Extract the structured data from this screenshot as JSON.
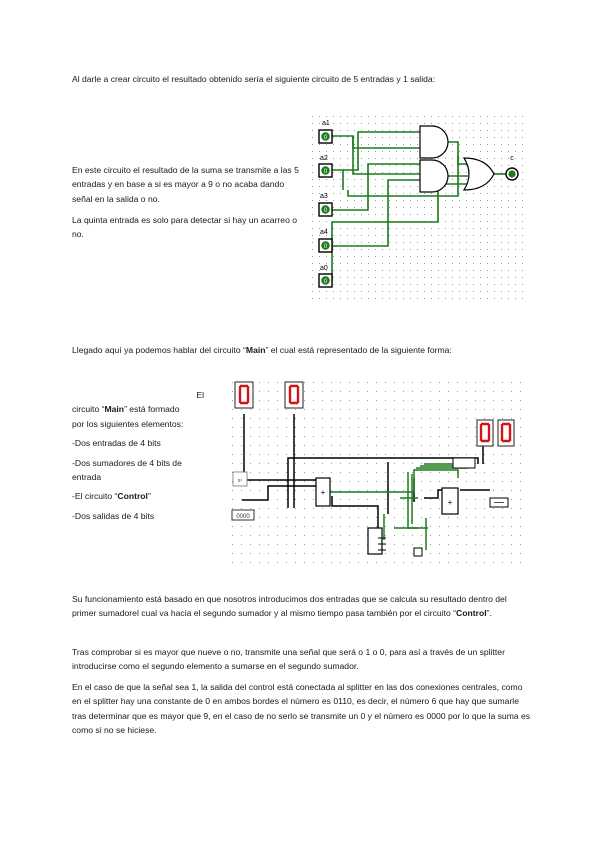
{
  "intro": "Al darle a crear circuito el resultado obtenido sería el siguiente circuito de 5 entradas y 1 salida:",
  "left_text": {
    "p1": "En este circuito el resultado de la suma se transmite a las 5 entradas y en base a si es mayor a 9 o no acaba dando señal en la salida o no.",
    "p2": "La quinta entrada es solo para detectar si hay un acarreo o no."
  },
  "circuit1": {
    "inputs": [
      {
        "label": "a1",
        "value": "0"
      },
      {
        "label": "a2",
        "value": "0"
      },
      {
        "label": "a3",
        "value": "0"
      },
      {
        "label": "a4",
        "value": "0"
      },
      {
        "label": "a0",
        "value": "0"
      }
    ],
    "output": {
      "label": "c",
      "value": "0"
    },
    "wire_color": "#1c7a1c"
  },
  "main_intro": {
    "pre": "Llegado aquí ya podemos hablar del circuito “",
    "bold": "Main",
    "post": "” el cual está representado de la siguiente forma:"
  },
  "main_desc": {
    "el": "El",
    "circuito_pre": "circuito “",
    "main_bold": "Main",
    "circuito_post": "” está formado",
    "line2": "por los siguientes elementos:",
    "items": [
      "-Dos entradas de 4 bits",
      "-Dos sumadores de 4 bits de entrada"
    ],
    "control_pre": "-El circuito “",
    "control_bold": "Control",
    "control_post": "”",
    "last_item": "-Dos salidas de 4 bits"
  },
  "circuit2": {
    "displays_left": [
      "0",
      "0"
    ],
    "displays_right": [
      "0",
      "0"
    ],
    "segment_color": "#d41414"
  },
  "body": {
    "p1_pre": "Su funcionamiento está basado en que nosotros introducimos dos entradas que se calcula su resultado dentro del primer sumadorel cual va hacia el segundo sumador y al mismo tiempo pasa también por el circuito “",
    "p1_bold": "Control",
    "p1_post": "”.",
    "p2": "Tras comprobar si es mayor que nueve o no, transmite una señal que será o 1 o 0, para así a través de un splitter introducirse como el segundo elemento a sumarse en el segundo sumador.",
    "p3": "En el caso de que la señal sea 1, la salida del control está conectada al splitter en las dos conexiones centrales, como en el splitter hay una constante de 0 en ambos bordes el número es 0110, es decir, el número 6 que hay que sumarle tras determinar que es mayor que 9, en el caso de no serlo se transmite un 0 y el número es 0000 por lo que la suma es como si no se hiciese."
  }
}
